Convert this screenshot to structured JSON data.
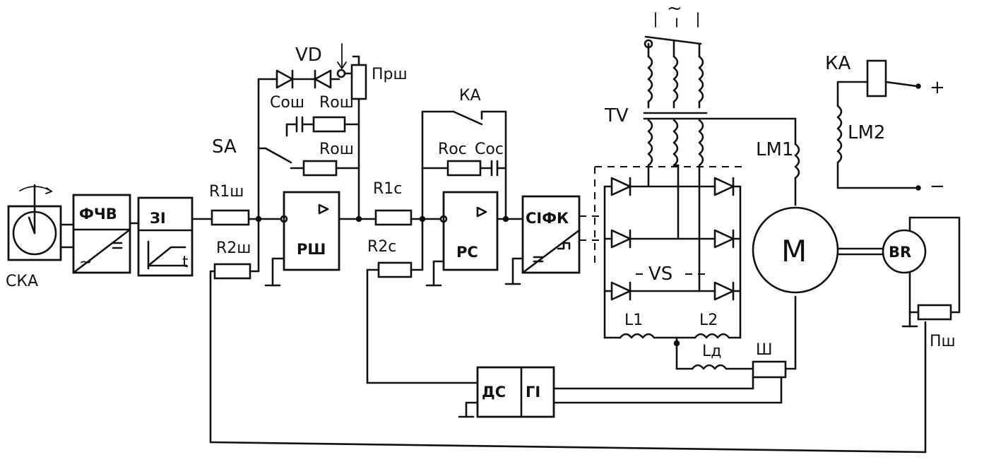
{
  "labels": {
    "cka": "СКА",
    "fchv": "ФЧВ",
    "zi": "ЗІ",
    "zi_t": "t",
    "r1sh": "R1ш",
    "r2sh": "R2ш",
    "rsh": "РШ",
    "vd": "VD",
    "prsh": "Прш",
    "cosh": "Сош",
    "rosh1": "Rош",
    "rosh2": "Rош",
    "sa": "SA",
    "r1c": "R1с",
    "r2c": "R2с",
    "rc": "РС",
    "ka_mid": "КА",
    "roc": "Rос",
    "coc": "Сос",
    "sifk": "СІФК",
    "tv": "TV",
    "vs": "VS",
    "l1": "L1",
    "l2": "L2",
    "ld": "Lд",
    "sh": "Ш",
    "lm1": "LM1",
    "motor": "M",
    "br": "BR",
    "psh": "Пш",
    "ds": "ДС",
    "gi": "ГІ",
    "ka_top": "КА",
    "lm2": "LM2",
    "plus": "+",
    "minus": "−",
    "ac": "~"
  }
}
